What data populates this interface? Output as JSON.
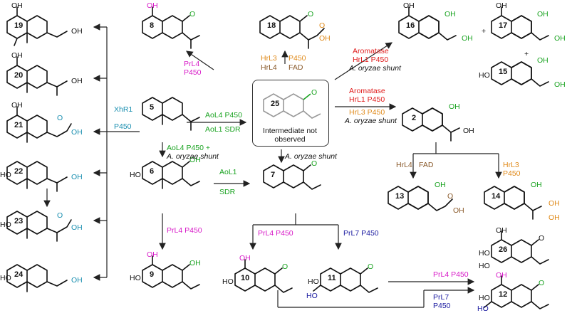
{
  "compounds": {
    "c2": "2",
    "c5": "5",
    "c6": "6",
    "c7": "7",
    "c8": "8",
    "c9": "9",
    "c10": "10",
    "c11": "11",
    "c12": "12",
    "c13": "13",
    "c14": "14",
    "c15": "15",
    "c16": "16",
    "c17": "17",
    "c18": "18",
    "c19": "19",
    "c20": "20",
    "c21": "21",
    "c22": "22",
    "c23": "23",
    "c24": "24",
    "c25": "25",
    "c26": "26"
  },
  "groups": {
    "oh": "OH",
    "ho": "HO",
    "o": "O",
    "plus": "+"
  },
  "box": {
    "line1": "Intermediate not",
    "line2": "observed"
  },
  "enzymes": {
    "prl4_top_1": "PrL4",
    "prl4_top_2": "P450",
    "hrl3_18": "HrL3",
    "hrl4_18": "HrL4",
    "p450_18": "P450",
    "fad_18": "FAD",
    "aromatase_top": "Aromatase",
    "hrl1_top": "HrL1 P450",
    "shunt_top": "A. oryzae shunt",
    "aromatase_mid": "Aromatase",
    "hrl1_mid": "HrL1 P450",
    "hrl3_mid": "HrL3 P450",
    "shunt_mid": "A. oryzae shunt",
    "aol4_mid": "AoL4 P450",
    "aol1_mid": "AoL1 SDR",
    "xhr1": "XhR1",
    "p450_xhr": "P450",
    "aol4_down": "AoL4 P450 +",
    "shunt_down": "A. oryzae shunt",
    "aol1_67": "AoL1",
    "sdr_67": "SDR",
    "shunt_7": "A. oryzae shunt",
    "prl4_9": "PrL4 P450",
    "prl4_10": "PrL4 P450",
    "prl7_11": "PrL7 P450",
    "hrl4_13": "HrL4",
    "fad_13": "FAD",
    "hrl3_14": "HrL3",
    "p450_14": "P450",
    "prl4_12": "PrL4 P450",
    "prl7_12": "PrL7",
    "p450_12": "P450"
  },
  "colors": {
    "pink": "#d81bc8",
    "green": "#1aa321",
    "orange": "#e08a1a",
    "brown": "#8a5a2b",
    "red": "#e01b1b",
    "blue": "#1a8fb0",
    "navy": "#1a1aa0"
  }
}
